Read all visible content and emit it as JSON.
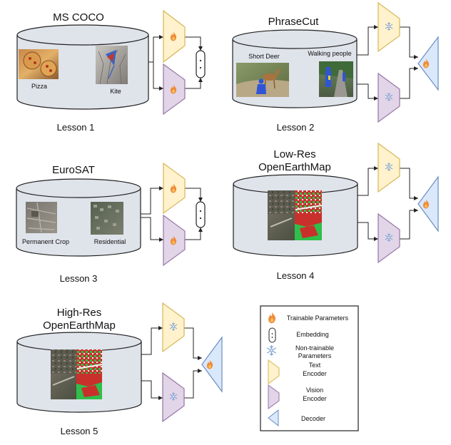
{
  "lessons": [
    {
      "title_lines": [
        "MS COCO"
      ],
      "caption": "Lesson 1",
      "samples": [
        "Pizza",
        "Kite"
      ],
      "head": "embedding"
    },
    {
      "title_lines": [
        "PhraseCut"
      ],
      "caption": "Lesson 2",
      "samples": [
        "Short Deer",
        "Walking people"
      ],
      "head": "decoder"
    },
    {
      "title_lines": [
        "EuroSAT"
      ],
      "caption": "Lesson 3",
      "samples": [
        "Permanent Crop",
        "Residential"
      ],
      "head": "embedding"
    },
    {
      "title_lines": [
        "Low-Res",
        "OpenEarthMap"
      ],
      "caption": "Lesson 4",
      "samples": [],
      "head": "decoder"
    },
    {
      "title_lines": [
        "High-Res",
        "OpenEarthMap"
      ],
      "caption": "Lesson 5",
      "samples": [],
      "head": "decoder"
    }
  ],
  "legend": {
    "items": [
      {
        "icon": "flame-icon",
        "lines": [
          "Trainable Parameters"
        ]
      },
      {
        "icon": "embedding-icon",
        "lines": [
          "Embedding"
        ]
      },
      {
        "icon": "snowflake-icon",
        "lines": [
          "Non-trainable",
          "Parameters"
        ]
      },
      {
        "icon": "text-encoder-icon",
        "lines": [
          "Text",
          "Encoder"
        ]
      },
      {
        "icon": "vision-encoder-icon",
        "lines": [
          "Vision",
          "Encoder"
        ]
      },
      {
        "icon": "decoder-icon",
        "lines": [
          "Decoder"
        ]
      }
    ]
  },
  "colors": {
    "cylinder_fill": "#dfe3ea",
    "text_encoder": "#fff2cc",
    "text_encoder_stroke": "#d6b656",
    "vision_encoder": "#e1d5e7",
    "vision_encoder_stroke": "#9673a6",
    "decoder": "#dae8fc",
    "decoder_stroke": "#6c8ebf",
    "flame": "#f08a3a",
    "snowflake": "#8aa9d6"
  }
}
